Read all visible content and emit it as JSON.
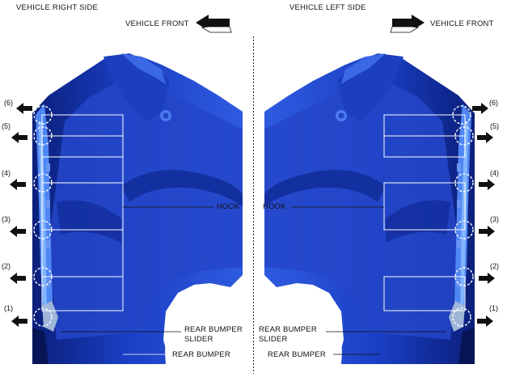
{
  "labels": {
    "right_side": "VEHICLE RIGHT SIDE",
    "left_side": "VEHICLE LEFT SIDE",
    "vehicle_front": "VEHICLE FRONT",
    "hook": "HOOK",
    "slider_line1": "REAR BUMPER",
    "slider_line2": "SLIDER",
    "rear_bumper": "REAR BUMPER"
  },
  "numbers": [
    "(1)",
    "(2)",
    "(3)",
    "(4)",
    "(5)",
    "(6)"
  ],
  "colors": {
    "bumper_dark": "#0b1f7a",
    "bumper_mid": "#1537b8",
    "bumper_light": "#3f6fe8",
    "edge_highlight": "#6fa8ff",
    "arrow": "#111111"
  }
}
